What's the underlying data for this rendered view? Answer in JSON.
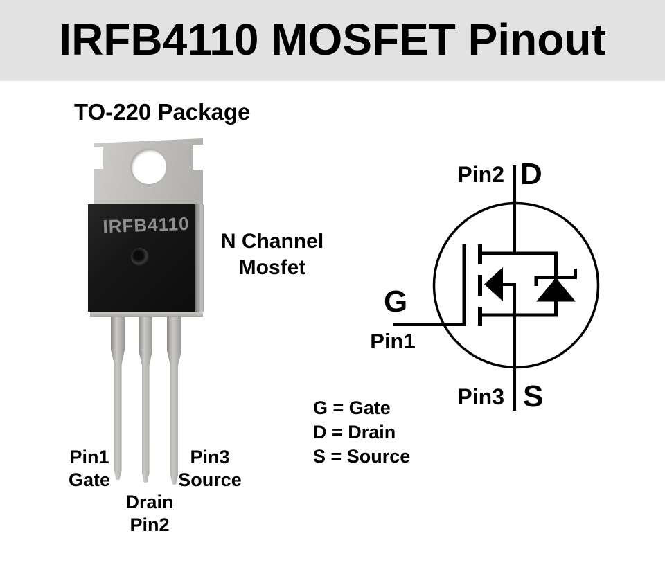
{
  "header": {
    "title": "IRFB4110 MOSFET Pinout"
  },
  "package": {
    "label": "TO-220 Package",
    "marking": "IRFB4110",
    "type_line1": "N Channel",
    "type_line2": "Mosfet",
    "pin1": {
      "line1": "Pin1",
      "line2": "Gate"
    },
    "pin2": {
      "line1": "Drain",
      "line2": "Pin2"
    },
    "pin3": {
      "line1": "Pin3",
      "line2": "Source"
    }
  },
  "schematic": {
    "top_pin": "Pin2",
    "top_letter": "D",
    "gate_letter": "G",
    "gate_pin": "Pin1",
    "bottom_pin": "Pin3",
    "bottom_letter": "S",
    "legend": {
      "gate": "G = Gate",
      "drain": "D = Drain",
      "source": "S = Source"
    }
  },
  "colors": {
    "background": "#ffffff",
    "header_bg": "#e2e2e2",
    "text": "#000000",
    "symbol_line": "#000000",
    "metal": "#c0beba",
    "plastic_body": "#141414",
    "marking_text": "#8f8f8f"
  }
}
